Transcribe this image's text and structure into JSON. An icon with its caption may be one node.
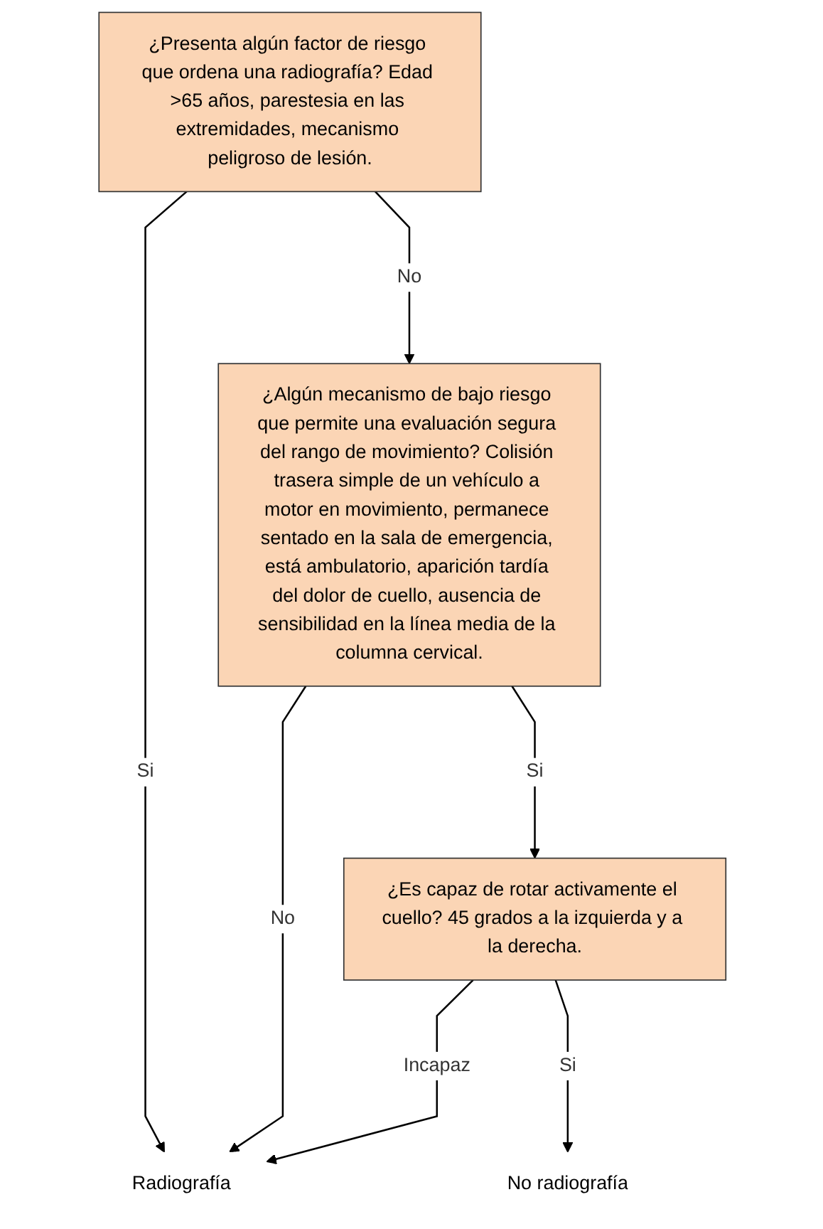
{
  "diagram": {
    "nodes": [
      {
        "text": [
          "¿Presenta algún factor de riesgo que ordena una radiografía? Edad >65 años, parestesia en las extremidades, mecanismo peligroso de lesión."
        ]
      },
      {
        "text": [
          "¿Algún mecanismo de bajo riesgo que permite una evaluación segura del rango de movimiento? Colisión trasera simple de un vehículo a motor en movimiento, permanece sentado en la sala de emergencia, está ambulatorio, aparición tardía del dolor de cuello, ausencia de sensibilidad en la línea media de la columna cervical."
        ]
      },
      {
        "text": [
          "¿Es capaz de rotar activamente el cuello? 45 grados a la izquierda y a la derecha."
        ]
      },
      {
        "text": [
          "Radiografía"
        ]
      },
      {
        "text": [
          "No radiografía"
        ]
      }
    ],
    "edges": [
      {
        "from": 0,
        "to": 1,
        "arrow": "to",
        "label": "No"
      },
      {
        "from": 0,
        "to": 3,
        "arrow": "to",
        "label": "Si"
      },
      {
        "from": 1,
        "to": 3,
        "arrow": "to",
        "label": "No"
      },
      {
        "from": 1,
        "to": 2,
        "arrow": "to",
        "label": "Si"
      },
      {
        "from": 2,
        "to": 3,
        "arrow": "to",
        "label": "Incapaz"
      },
      {
        "from": 2,
        "to": 4,
        "arrow": "to",
        "label": "Si"
      }
    ]
  }
}
